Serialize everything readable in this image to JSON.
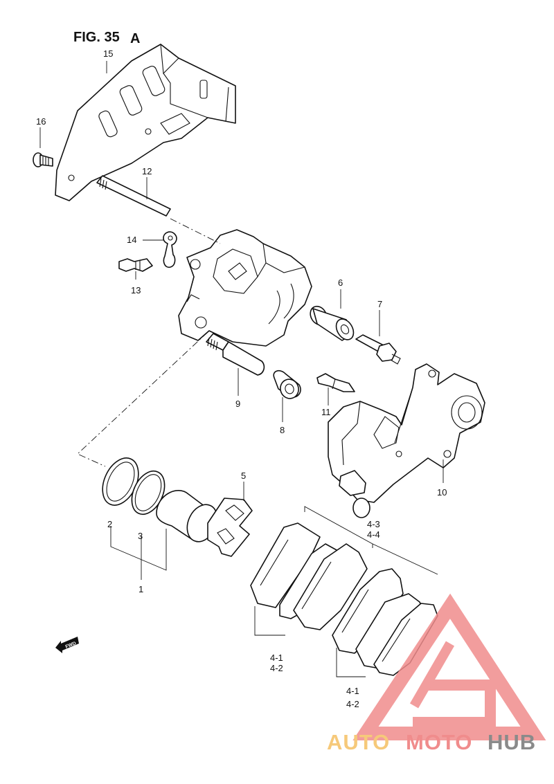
{
  "figure": {
    "title": "FIG. 35",
    "variant": "A"
  },
  "labels": {
    "p1": "1",
    "p2": "2",
    "p3": "3",
    "p4_1": "4-1",
    "p4_2": "4-2",
    "p4_3": "4-3",
    "p4_4": "4-4",
    "p5": "5",
    "p6": "6",
    "p7": "7",
    "p8": "8",
    "p9": "9",
    "p10": "10",
    "p11": "11",
    "p12": "12",
    "p13": "13",
    "p14": "14",
    "p15": "15",
    "p16": "16"
  },
  "fwd_label": "FWD",
  "watermark": {
    "auto": "AUTO",
    "moto": "MOTO",
    "hub": "HUB",
    "colors": {
      "auto": "#f6c97a",
      "moto": "#f08c8c",
      "hub": "#8a8a8a"
    }
  }
}
